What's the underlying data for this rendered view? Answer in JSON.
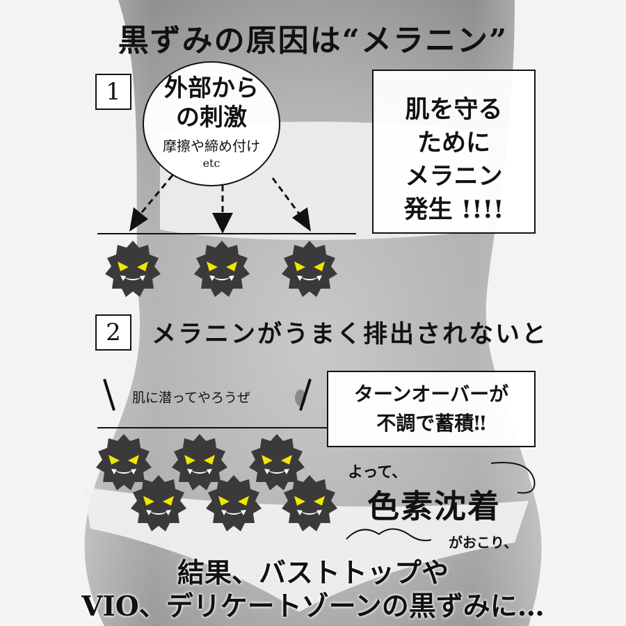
{
  "title": "黒ずみの原因は“メラニン”",
  "step1": {
    "number": "1",
    "cloud": {
      "line1": "外部から",
      "line2": "の刺激",
      "line3": "摩擦や締め付け",
      "line4": "etc"
    },
    "box_lines": [
      "肌を守る",
      "ために",
      "メラニン",
      "発生 !!!!"
    ]
  },
  "step2": {
    "number": "2",
    "heading": "メラニンがうまく排出されないと",
    "whisper": "肌に潜ってやろうぜ",
    "box_lines": [
      "ターンオーバーが",
      "不調で蓄積‼"
    ]
  },
  "result": {
    "yotte": "よって、",
    "pigment": "色素沈着",
    "okori": "がおこり、",
    "line1": "結果、バストトップや",
    "line2": "VIO、デリケートゾーンの黒ずみに…"
  },
  "colors": {
    "monster_body": "#3a3a3a",
    "monster_eye": "#f2e600",
    "box_border": "#111111"
  },
  "icons": [
    "melanin-monster-icon",
    "dashed-arrow-icon"
  ]
}
